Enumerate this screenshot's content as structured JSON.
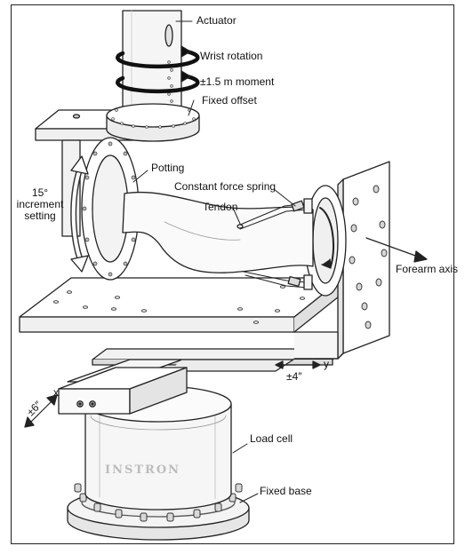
{
  "figure": {
    "labels": {
      "actuator": "Actuator",
      "wrist_rotation": "Wrist rotation",
      "moment": "±1.5 m moment",
      "fixed_offset": "Fixed offset",
      "increment_setting": "15°\nincrement\nsetting",
      "potting": "Potting",
      "constant_force_spring": "Constant force spring",
      "tendon": "Tendon",
      "forearm_axis": "Forearm axis",
      "y_axis": "y",
      "y_range": "±4″",
      "x_axis": "x",
      "x_range": "±6″",
      "load_cell": "Load cell",
      "fixed_base": "Fixed base"
    },
    "brand_text": "INSTRON"
  }
}
